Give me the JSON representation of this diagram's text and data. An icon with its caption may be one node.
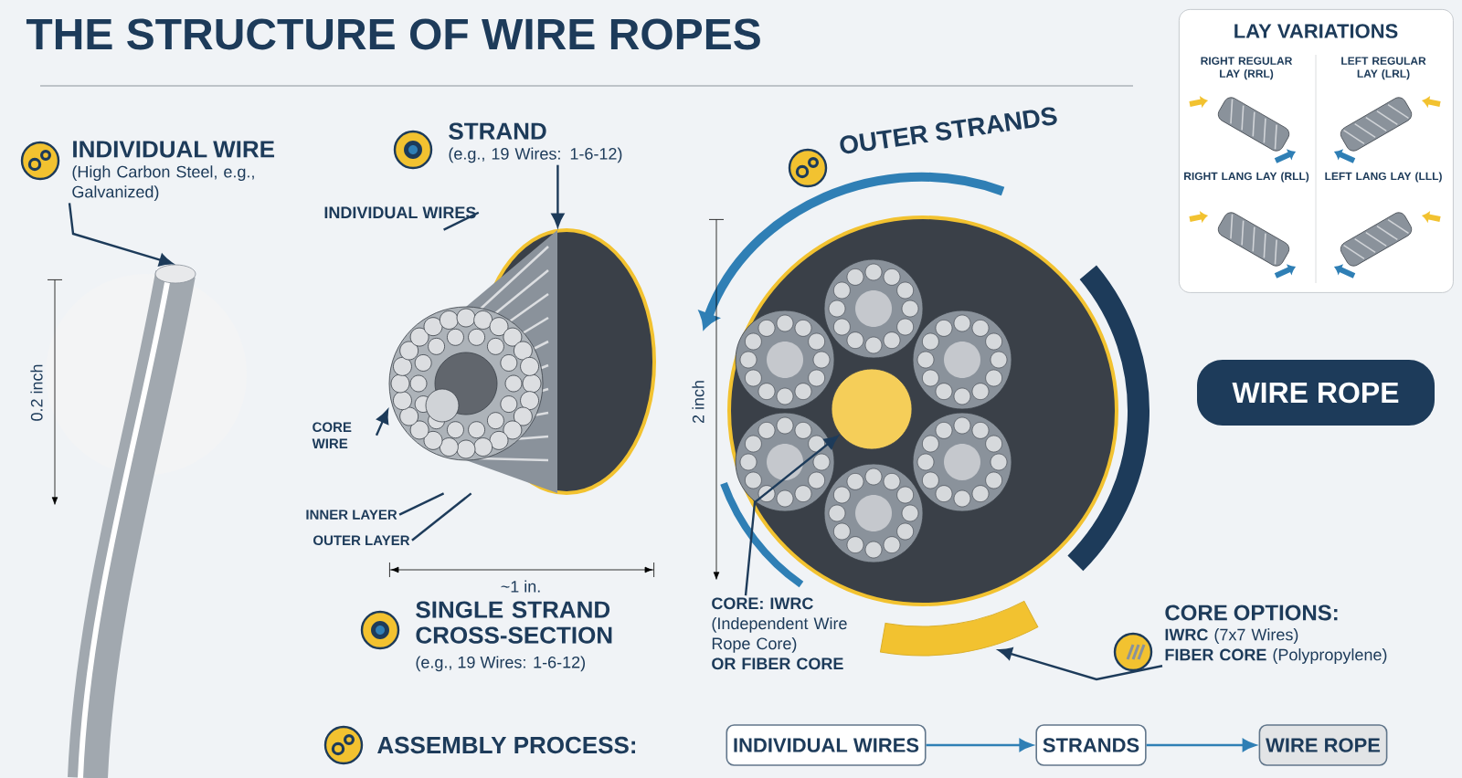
{
  "diagram": {
    "title": "THE STRUCTURE OF WIRE ROPES",
    "nodes": [
      {
        "text": [
          "INDIVIDUAL WIRE",
          "(High Carbon Steel, e.g., Galvanized)"
        ]
      },
      {
        "text": [],
        "shape": "picture"
      },
      {
        "text": [
          "STRAND",
          "(e.g., 19 Wires: 1-6-12)"
        ]
      },
      {
        "text": [],
        "shape": "picture"
      },
      {
        "text": [
          "INDIVIDUAL WIRES"
        ]
      },
      {
        "text": [
          "CORE WIRE"
        ]
      },
      {
        "text": [
          "INNER LAYER"
        ]
      },
      {
        "text": [
          "OUTER LAYER"
        ]
      },
      {
        "text": [],
        "shape": "picture"
      },
      {
        "text": [],
        "shape": "circle",
        "in": 8
      },
      {
        "text": [
          "CORE: IWRC",
          "(Independent Wire Rope Core)",
          "OR FIBER CORE"
        ]
      },
      {
        "text": [],
        "shape": "band"
      },
      {
        "text": [
          "CORE OPTIONS:",
          "**IWRC** (7x7 Wires)",
          "**FIBER CORE** (Polypropylene)"
        ]
      },
      {
        "text": [
          "WIRE ROPE"
        ]
      },
      {
        "text": [
          "LAY VARIATIONS"
        ]
      },
      {
        "text": [
          "RIGHT REGULAR LAY (RRL)"
        ],
        "in": 14
      },
      {
        "text": [
          "LEFT REGULAR LAY (LRL)"
        ],
        "in": 14
      },
      {
        "text": [
          "RIGHT LANG LAY (RLL)"
        ],
        "in": 14
      },
      {
        "text": [
          "LEFT LANG LAY (LLL)"
        ],
        "in": 14
      },
      {
        "text": [
          "INDIVIDUAL WIRES"
        ]
      },
      {
        "text": [
          "STRANDS"
        ]
      },
      {
        "text": [
          "WIRE ROPE"
        ]
      }
    ],
    "edges": [
      {
        "from": 0,
        "to": 1,
        "arrow": "to"
      },
      {
        "from": 2,
        "to": 3,
        "arrow": "to"
      },
      {
        "from": 4,
        "to": 3,
        "arrow": "none"
      },
      {
        "from": 5,
        "to": 3,
        "arrow": "to"
      },
      {
        "from": 6,
        "to": 3,
        "arrow": "none"
      },
      {
        "from": 7,
        "to": 3,
        "arrow": "none"
      },
      {
        "from": 10,
        "to": 9,
        "arrow": "to"
      },
      {
        "from": 12,
        "to": 11,
        "arrow": "to"
      },
      {
        "from": 19,
        "to": 20,
        "arrow": "to",
        "color": "#2f7fb5"
      },
      {
        "from": 20,
        "to": 21,
        "arrow": "to",
        "color": "#2f7fb5"
      }
    ],
    "labels": [
      "0.2 inch",
      "OUTER STRANDS",
      "2 inch",
      "~1 in.",
      "SINGLE STRAND CROSS-SECTION",
      "(e.g., 19 Wires: 1-6-12)",
      "ASSEMBLY PROCESS:"
    ]
  }
}
